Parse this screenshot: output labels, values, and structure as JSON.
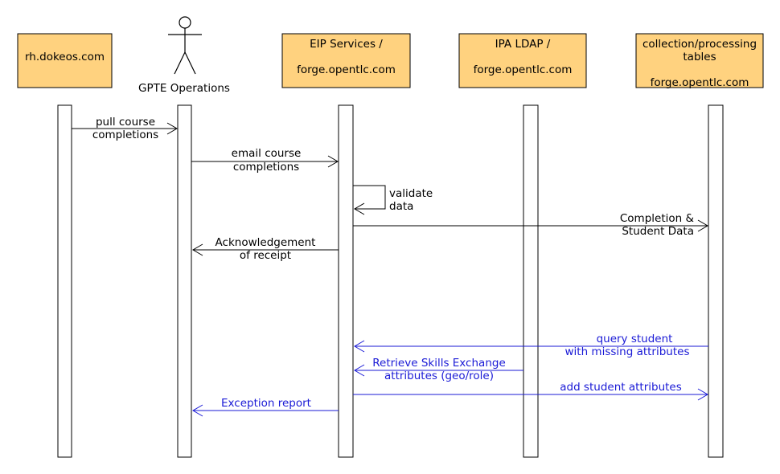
{
  "colors": {
    "participant_fill": "#ffd27f",
    "line_black": "#000000",
    "line_blue": "#1a1ad6"
  },
  "participants": [
    {
      "id": "rh",
      "lines": [
        "rh.dokeos.com"
      ]
    },
    {
      "id": "gpte",
      "type": "actor",
      "lines": [
        "GPTE Operations"
      ]
    },
    {
      "id": "eip",
      "lines": [
        "EIP Services /",
        "forge.opentlc.com"
      ]
    },
    {
      "id": "ipa",
      "lines": [
        "IPA LDAP /",
        "forge.opentlc.com"
      ]
    },
    {
      "id": "coll",
      "lines": [
        "collection/processing",
        "tables",
        "forge.opentlc.com"
      ]
    }
  ],
  "messages": [
    {
      "id": "m1",
      "from": "rh",
      "to": "gpte",
      "color": "black",
      "lines": [
        "pull course",
        "completions"
      ]
    },
    {
      "id": "m2",
      "from": "gpte",
      "to": "eip",
      "color": "black",
      "lines": [
        "email course",
        "completions"
      ]
    },
    {
      "id": "m3",
      "from": "eip",
      "to": "eip",
      "color": "black",
      "self": true,
      "lines": [
        "validate",
        "data"
      ]
    },
    {
      "id": "m4",
      "from": "eip",
      "to": "coll",
      "color": "black",
      "lines": [
        "Completion &",
        "Student Data"
      ]
    },
    {
      "id": "m5",
      "from": "eip",
      "to": "gpte",
      "color": "black",
      "lines": [
        "Acknowledgement",
        "of receipt"
      ]
    },
    {
      "id": "m6",
      "from": "coll",
      "to": "eip",
      "color": "blue",
      "lines": [
        "query student",
        "with missing attributes"
      ]
    },
    {
      "id": "m7",
      "from": "ipa",
      "to": "eip",
      "color": "blue",
      "lines": [
        "Retrieve Skills Exchange",
        "attributes (geo/role)"
      ]
    },
    {
      "id": "m8",
      "from": "eip",
      "to": "coll",
      "color": "blue",
      "lines": [
        "add student attributes"
      ]
    },
    {
      "id": "m9",
      "from": "eip",
      "to": "gpte",
      "color": "blue",
      "lines": [
        "Exception report"
      ]
    }
  ]
}
